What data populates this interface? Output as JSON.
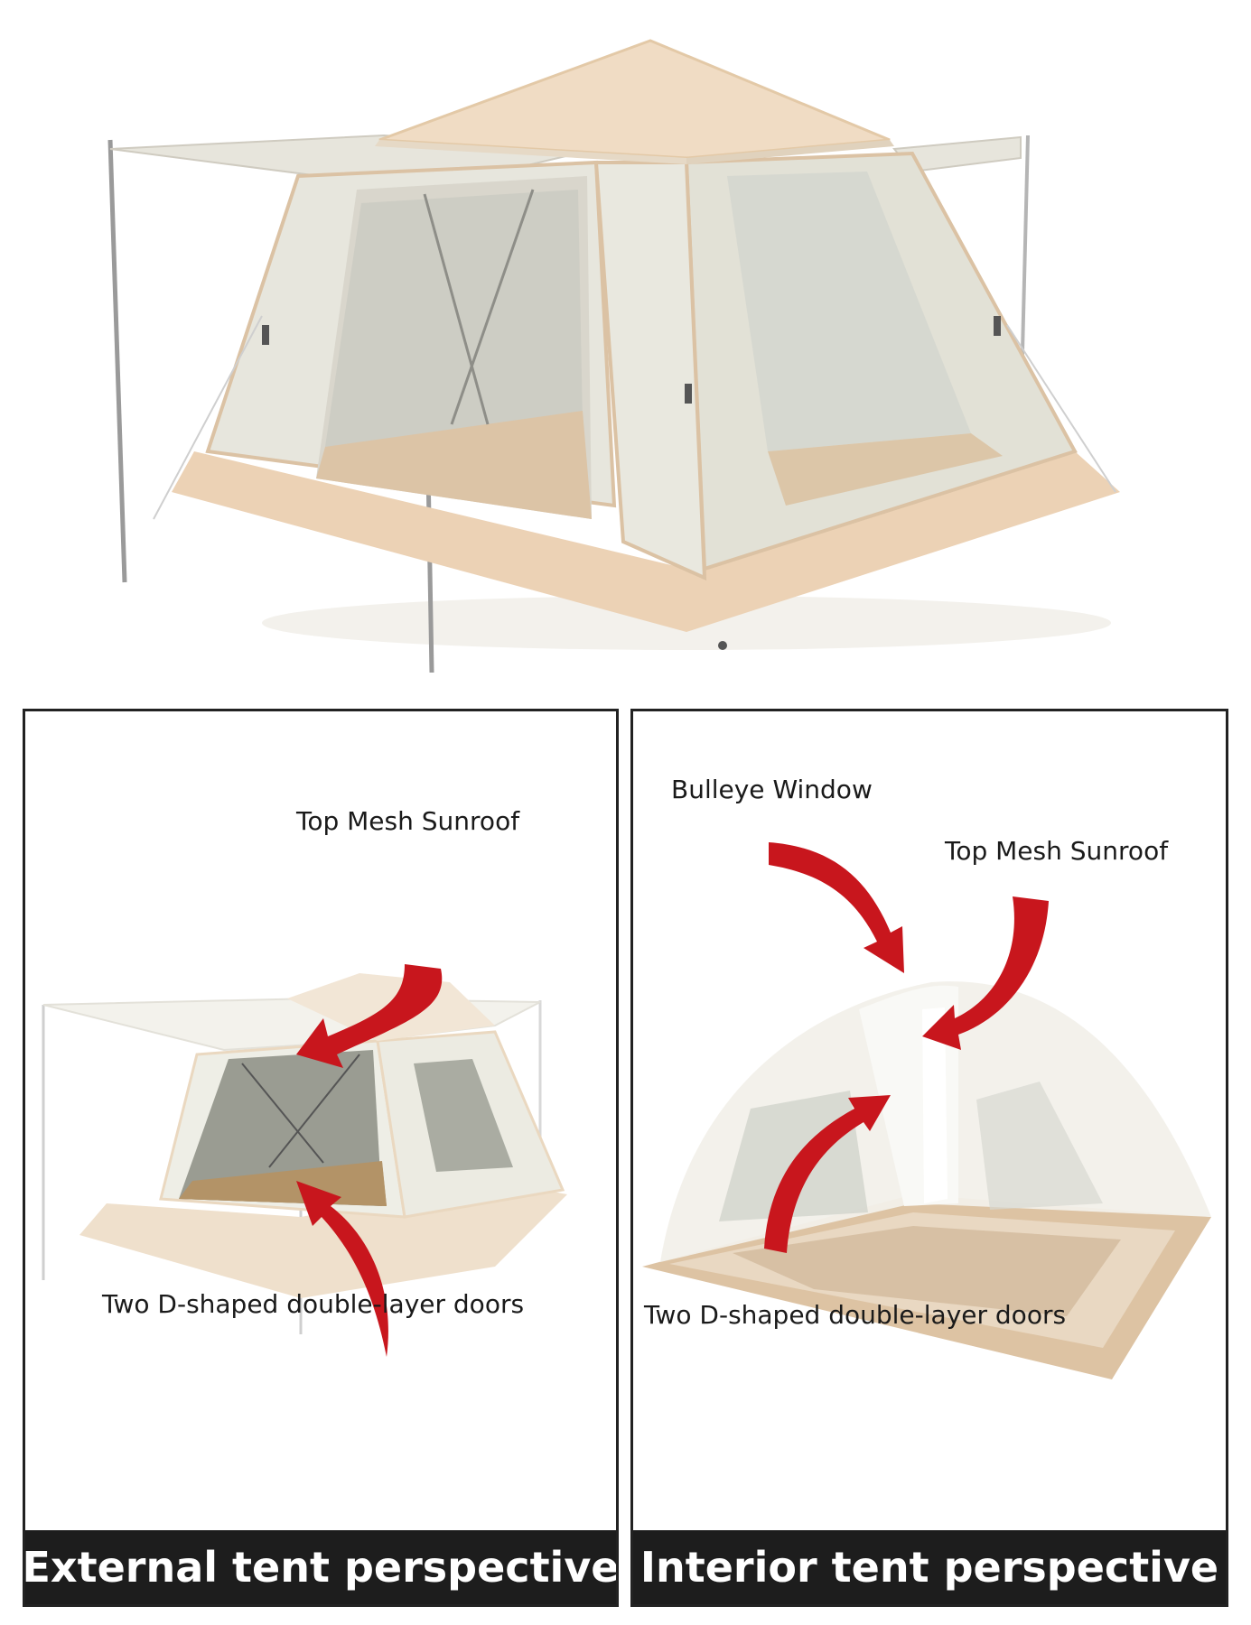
{
  "panels": {
    "external": {
      "caption": "External tent perspective",
      "label_sunroof": "Top Mesh Sunroof",
      "label_doors": "Two D-shaped double-layer doors"
    },
    "interior": {
      "caption": "Interior tent perspective",
      "label_window": "Bulleye Window",
      "label_sunroof": "Top Mesh Sunroof",
      "label_doors": "Two D-shaped double-layer doors"
    }
  },
  "colors": {
    "canopy": "#f0dcc4",
    "wall": "#e7e6dd",
    "trim": "#ecd2b5",
    "floor": "#dcc6ae",
    "arrow": "#c8161d",
    "caption_bg": "#1d1d1d",
    "mesh": "#a9ada3"
  }
}
